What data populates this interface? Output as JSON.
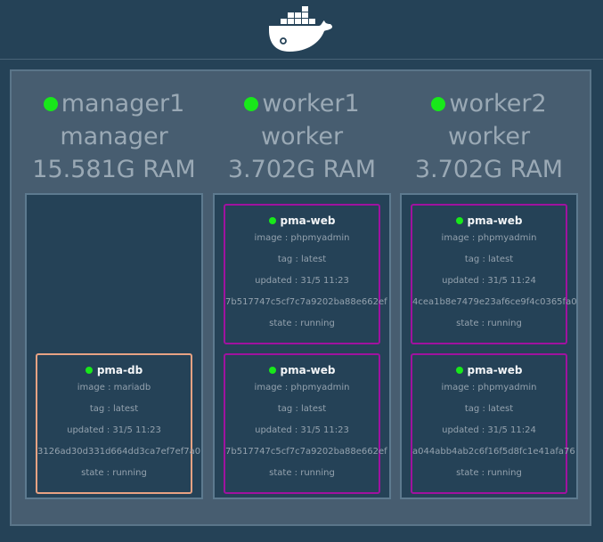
{
  "header": {
    "logo_icon": "docker-whale-icon"
  },
  "colors": {
    "background": "#254257",
    "panel": "#475d70",
    "status_up": "#18e81a",
    "service_pma_web": "#a0129f",
    "service_pma_db": "#e8a283"
  },
  "nodes": [
    {
      "name": "manager1",
      "role": "manager",
      "ram": "15.581G RAM",
      "tasks": [
        {
          "service": "pma-db",
          "image": "image : mariadb",
          "tag": "tag : latest",
          "updated": "updated : 31/5 11:23",
          "id": "3126ad30d331d664dd3ca7ef7ef7a0",
          "state": "state : running"
        }
      ]
    },
    {
      "name": "worker1",
      "role": "worker",
      "ram": "3.702G RAM",
      "tasks": [
        {
          "service": "pma-web",
          "image": "image : phpmyadmin",
          "tag": "tag : latest",
          "updated": "updated : 31/5 11:23",
          "id": "7b517747c5cf7c7a9202ba88e662ef",
          "state": "state : running"
        },
        {
          "service": "pma-web",
          "image": "image : phpmyadmin",
          "tag": "tag : latest",
          "updated": "updated : 31/5 11:23",
          "id": "7b517747c5cf7c7a9202ba88e662ef",
          "state": "state : running"
        }
      ]
    },
    {
      "name": "worker2",
      "role": "worker",
      "ram": "3.702G RAM",
      "tasks": [
        {
          "service": "pma-web",
          "image": "image : phpmyadmin",
          "tag": "tag : latest",
          "updated": "updated : 31/5 11:24",
          "id": "4cea1b8e7479e23af6ce9f4c0365fa0",
          "state": "state : running"
        },
        {
          "service": "pma-web",
          "image": "image : phpmyadmin",
          "tag": "tag : latest",
          "updated": "updated : 31/5 11:24",
          "id": "a044abb4ab2c6f16f5d8fc1e41afa76",
          "state": "state : running"
        }
      ]
    }
  ]
}
